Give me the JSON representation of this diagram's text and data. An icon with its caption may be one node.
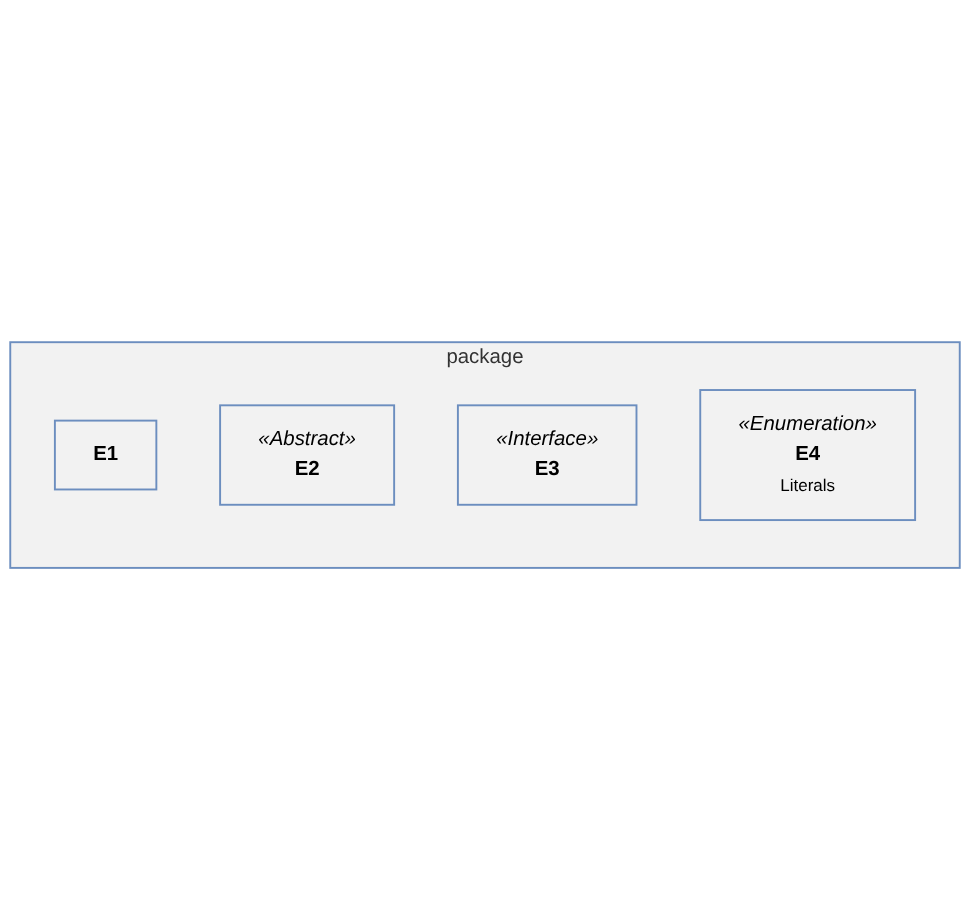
{
  "diagram": {
    "nodes": [
      {
        "text": [
          "package"
        ]
      },
      {
        "text": [
          "E1"
        ],
        "in": 0
      },
      {
        "text": [
          "«Abstract»",
          "E2"
        ],
        "in": 0
      },
      {
        "text": [
          "«Interface»",
          "E3"
        ],
        "in": 0
      },
      {
        "text": [
          "«Enumeration»",
          "E4",
          "Literals"
        ],
        "in": 0
      }
    ]
  }
}
